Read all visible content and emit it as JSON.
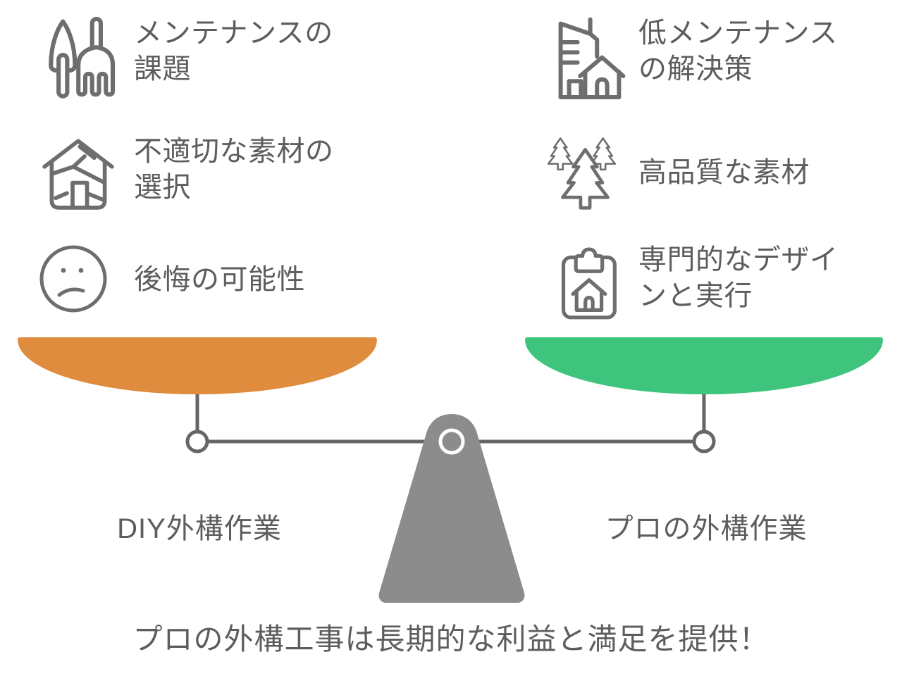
{
  "diagram": {
    "left_side": {
      "label": "DIY外構作業",
      "pan_color": "#E08C3E",
      "items": [
        {
          "icon": "garden-tools-icon",
          "text": "メンテナンスの課題"
        },
        {
          "icon": "broken-house-icon",
          "text": "不適切な素材の選択"
        },
        {
          "icon": "sad-face-icon",
          "text": "後悔の可能性"
        }
      ]
    },
    "right_side": {
      "label": "プロの外構作業",
      "pan_color": "#3EC47D",
      "items": [
        {
          "icon": "building-house-icon",
          "text": "低メンテナンスの解決策"
        },
        {
          "icon": "pine-trees-icon",
          "text": "高品質な素材"
        },
        {
          "icon": "clipboard-house-icon",
          "text": "専門的なデザインと実行"
        }
      ]
    },
    "conclusion": "プロの外構工事は長期的な利益と満足を提供！",
    "colors": {
      "left_pan": "#E08C3E",
      "right_pan": "#3EC47D",
      "fulcrum": "#8C8C8C",
      "beam_line": "#666666",
      "text": "#5D5D5D",
      "icon_stroke": "#6E6E6E"
    }
  }
}
